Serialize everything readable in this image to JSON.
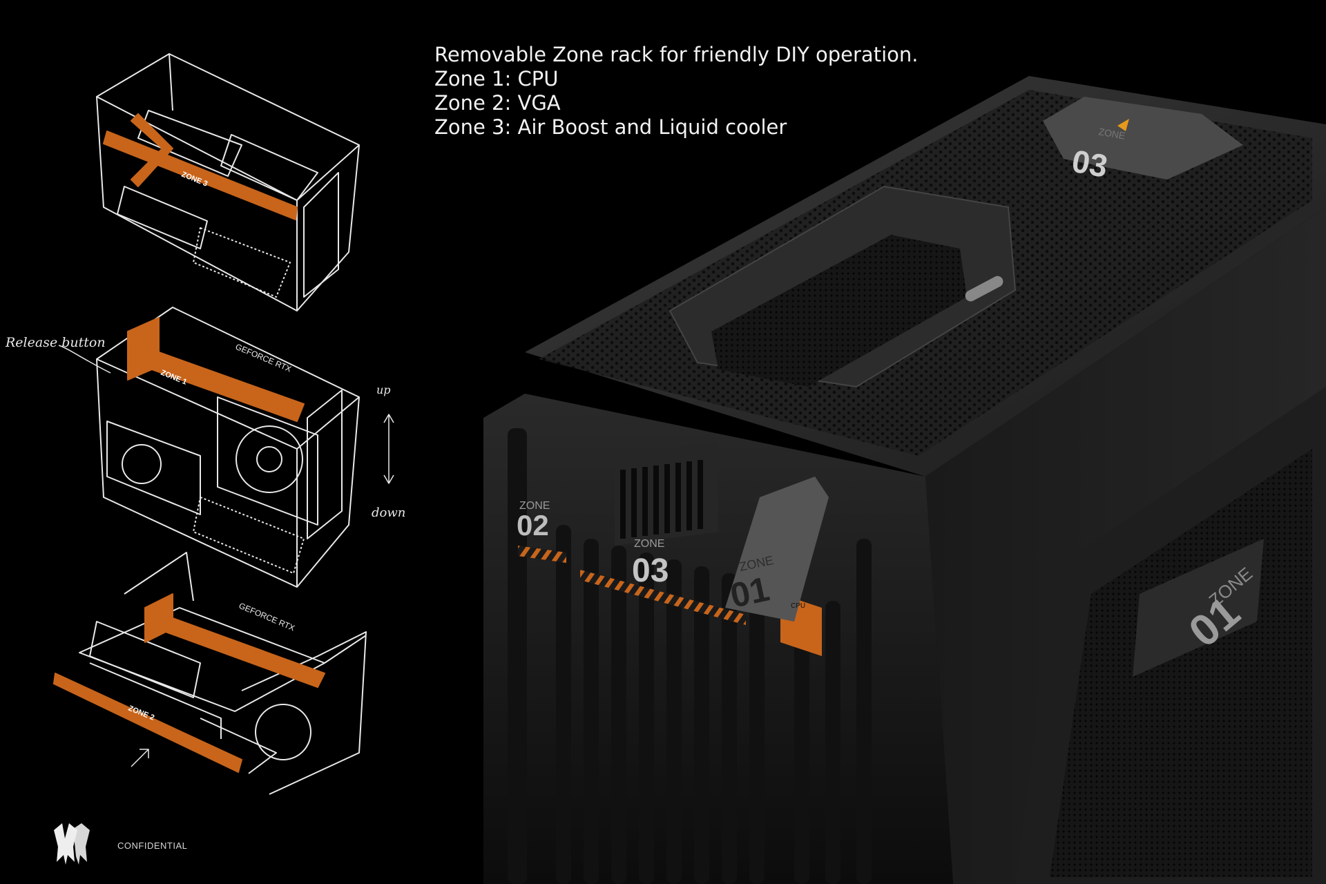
{
  "caption": {
    "lines": [
      "Removable Zone rack for friendly DIY operation.",
      "Zone 1: CPU",
      "Zone 2: VGA",
      "Zone 3: Air Boost and Liquid cooler"
    ]
  },
  "sketch": {
    "annotations": {
      "release": "Release button",
      "up": "up",
      "down": "down"
    },
    "labels": {
      "zone_top": "ZONE 3",
      "zone_mid": "ZONE 1",
      "zone_bottom": "ZONE 2",
      "gpu_mid": "GEFORCE RTX",
      "gpu_bottom": "GEFORCE RTX"
    }
  },
  "render": {
    "labels": {
      "zone02_word": "ZONE",
      "zone02_num": "02",
      "zone03_word": "ZONE",
      "zone03_num": "03",
      "zone01_word": "ZONE",
      "zone01_num": "01",
      "cpu_tag": "CPU",
      "top_num": "03",
      "top_word": "ZONE",
      "side_word": "ZONE",
      "side_num": "01"
    }
  },
  "footer": {
    "confidential": "CONFIDENTIAL"
  },
  "colors": {
    "accent": "#c8651b",
    "background": "#000000",
    "metal": "#2a2a2a"
  }
}
